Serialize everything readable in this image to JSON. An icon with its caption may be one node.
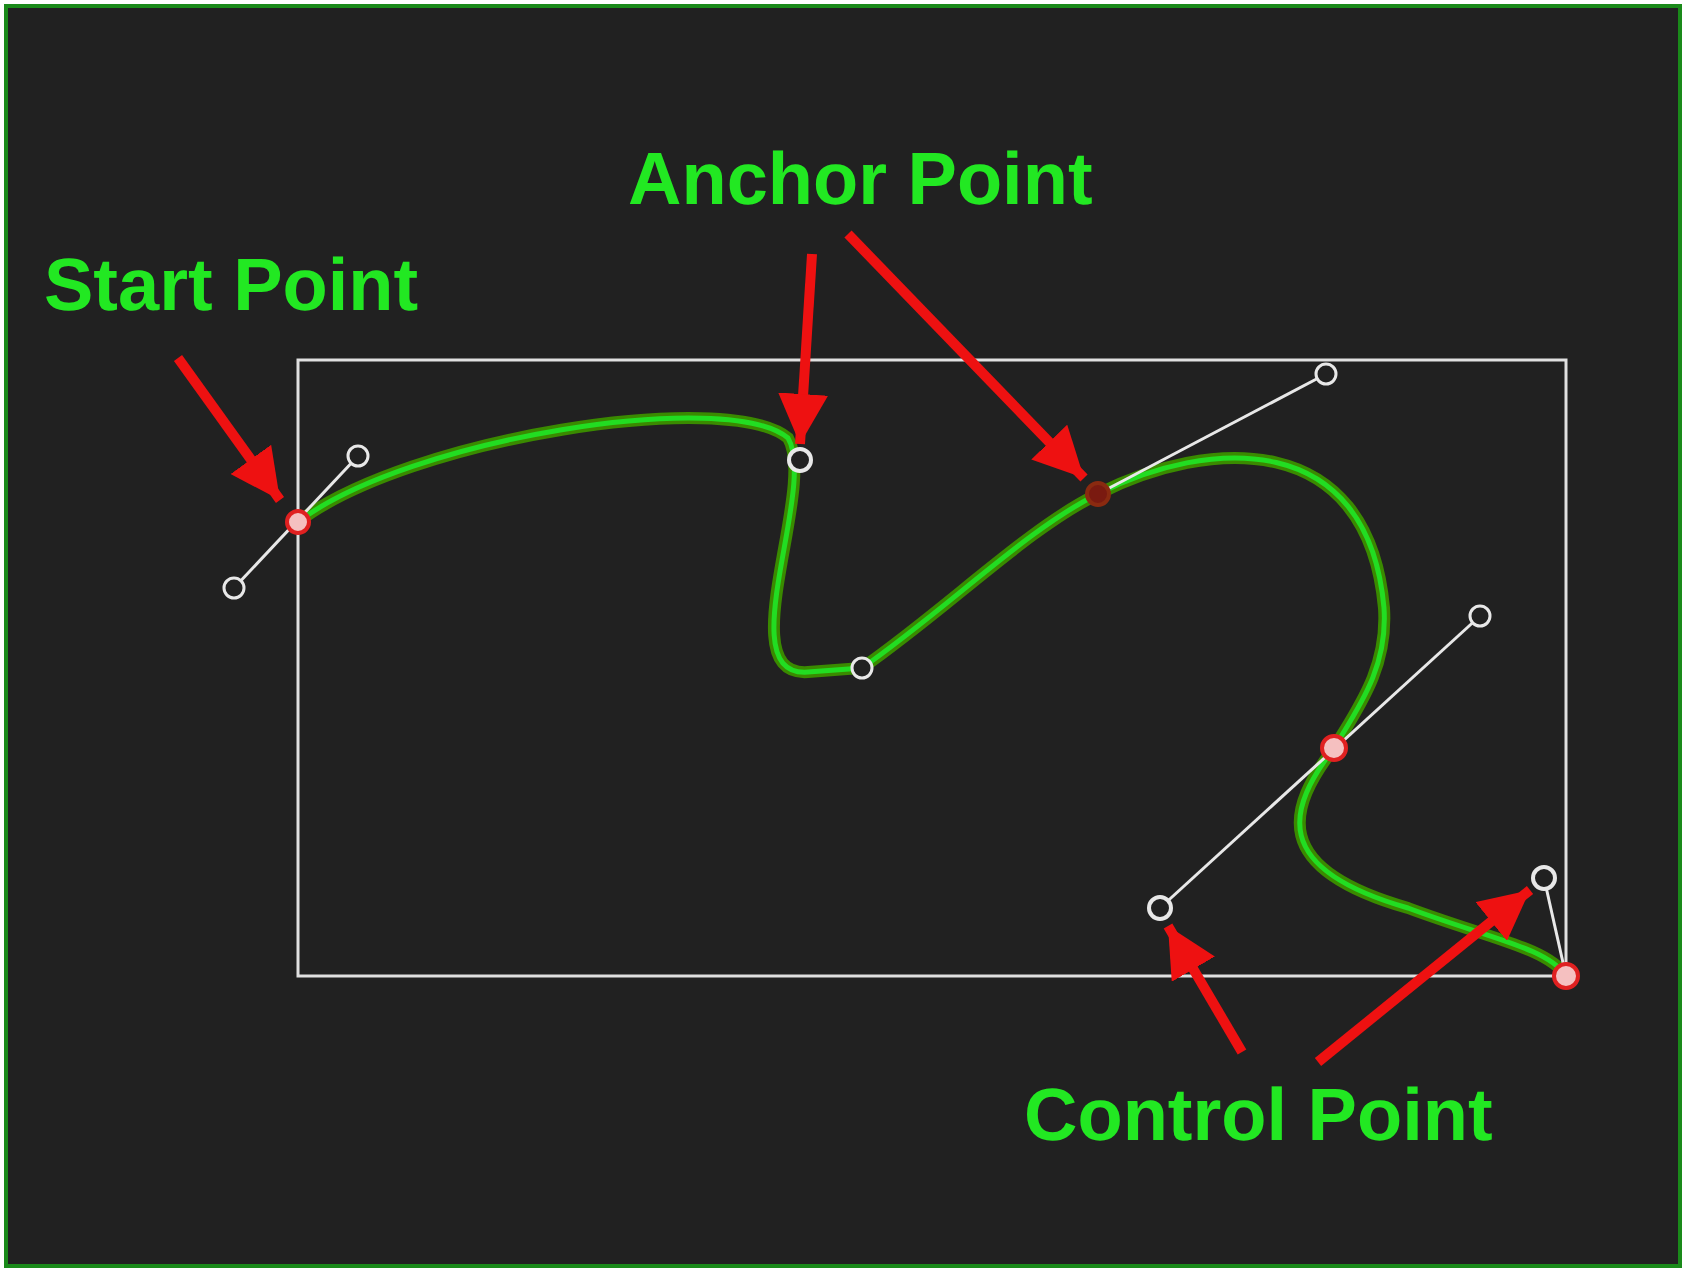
{
  "diagram": {
    "nodes": [
      {
        "text": [
          "Start Point"
        ]
      },
      {
        "text": [
          "Anchor Point"
        ]
      },
      {
        "text": [
          "Control Point"
        ]
      },
      {
        "text": [],
        "shape": "circle"
      },
      {
        "text": [],
        "shape": "circle"
      },
      {
        "text": [],
        "shape": "circle"
      },
      {
        "text": [],
        "shape": "circle"
      },
      {
        "text": [],
        "shape": "circle"
      }
    ],
    "edges": [
      {
        "from": 0,
        "to": 3,
        "arrow": "to"
      },
      {
        "from": 1,
        "to": 4,
        "arrow": "to"
      },
      {
        "from": 1,
        "to": 5,
        "arrow": "to"
      },
      {
        "from": 2,
        "to": 6,
        "arrow": "to"
      },
      {
        "from": 2,
        "to": 7,
        "arrow": "to"
      }
    ]
  }
}
